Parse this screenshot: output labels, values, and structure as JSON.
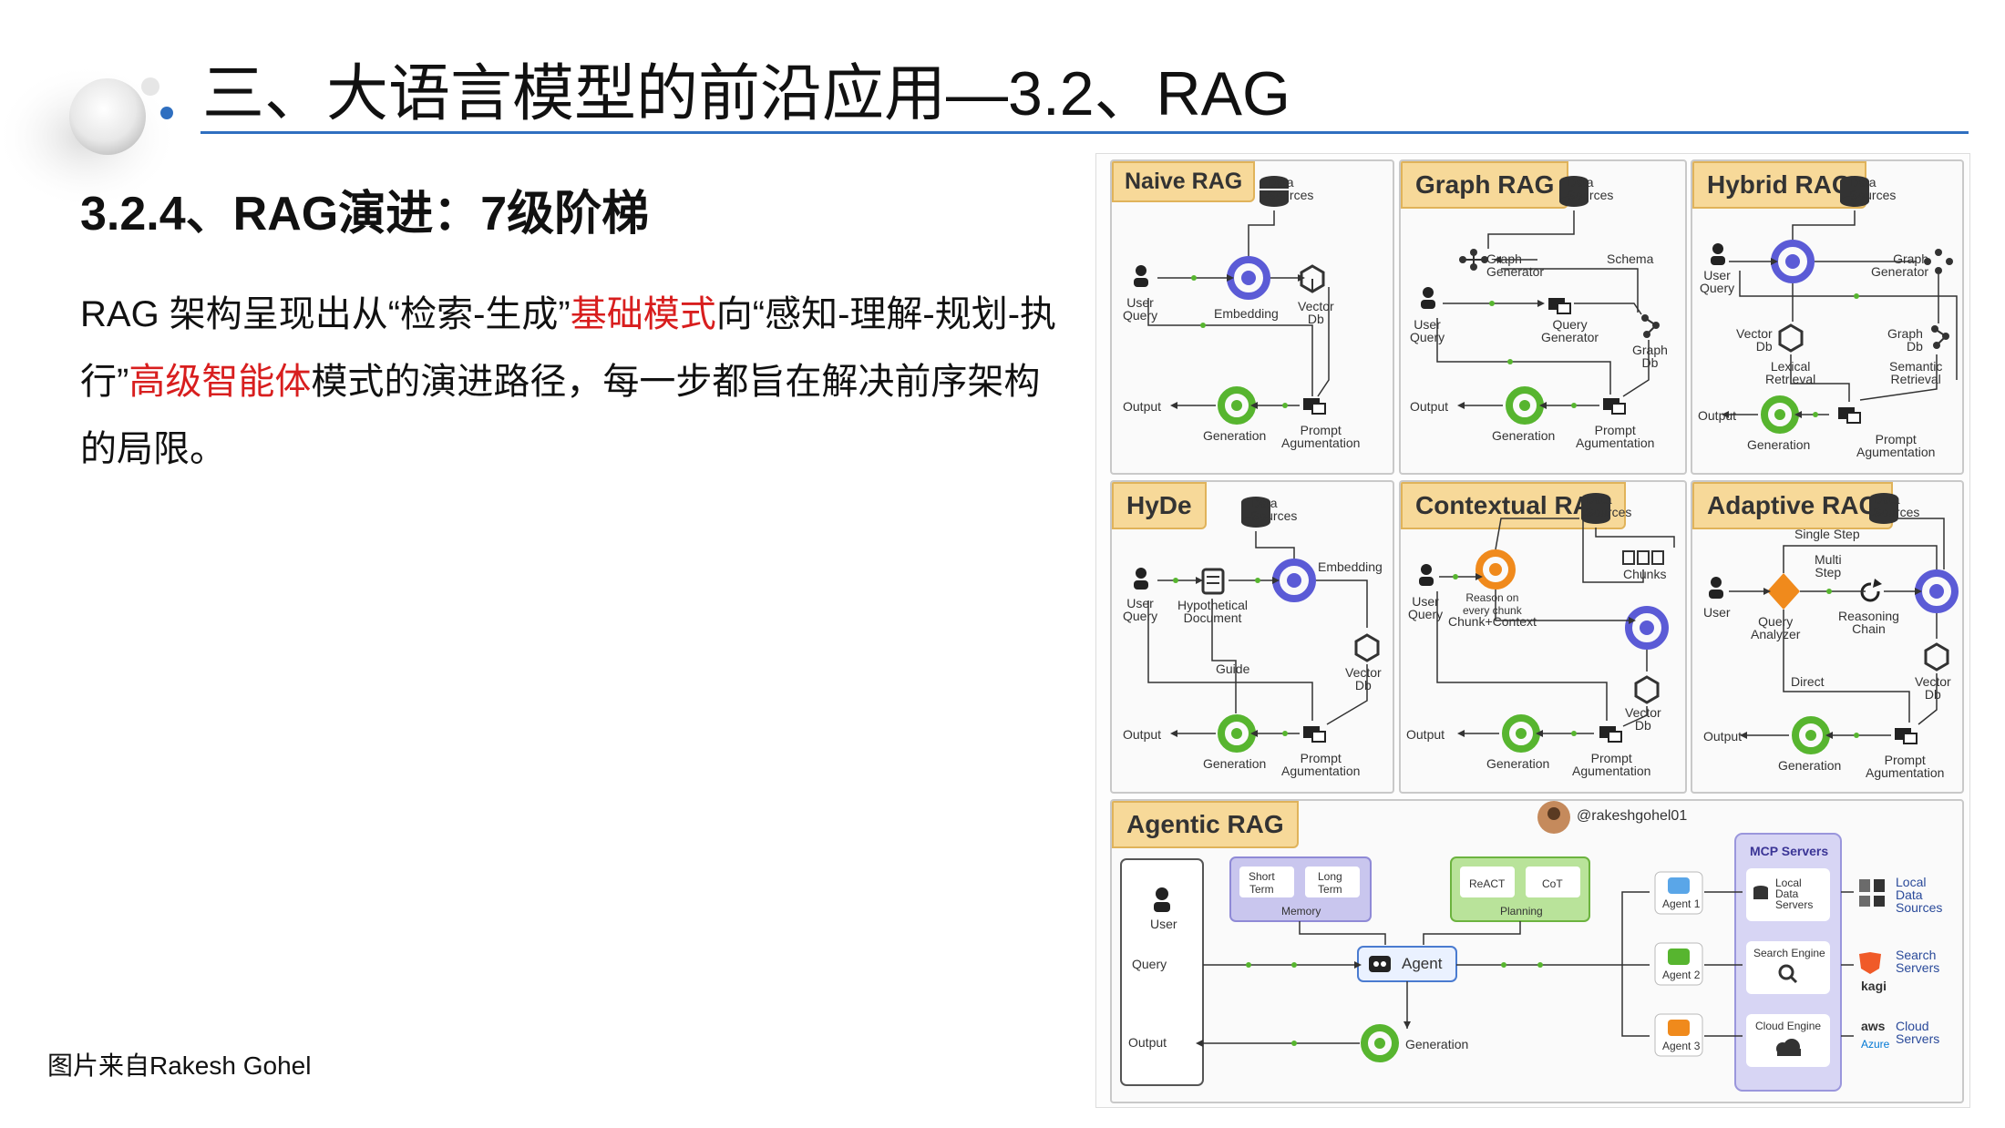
{
  "slide": {
    "title": "三、大语言模型的前沿应用—3.2、RAG",
    "subtitle": "3.2.4、RAG演进：7级阶梯",
    "body": {
      "p1": "RAG 架构呈现出从“检索-生成”",
      "p2": "基础模式",
      "p3": "向“感知-理解-规划-执行”",
      "p4": "高级智能体",
      "p5": "模式的演进路径，每一步都旨在解决前序架构的局限。"
    },
    "caption": "图片来自Rakesh Gohel",
    "accent_color": "#2f6fc0",
    "highlight_color": "#d81e1e"
  },
  "figure": {
    "common": {
      "data_sources": "Data\nSources",
      "user_query": "User\nQuery",
      "user": "User",
      "output": "Output",
      "generation": "Generation",
      "prompt_aug": "Prompt\nAgumentation",
      "embedding": "Embedding",
      "vector_db": "Vector\nDb"
    },
    "naive": {
      "title": "Naive RAG"
    },
    "graph": {
      "title": "Graph RAG",
      "graph_generator": "Graph\nGenerator",
      "schema": "Schema",
      "query_generator": "Query\nGenerator",
      "graph_db": "Graph\nDb"
    },
    "hybrid": {
      "title": "Hybrid RAG",
      "graph_generator": "Graph\nGenerator",
      "graph_db": "Graph\nDb",
      "lexical": "Lexical\nRetrieval",
      "semantic": "Semantic\nRetrieval"
    },
    "hyde": {
      "title": "HyDe",
      "hypo_doc": "Hypothetical\nDocument",
      "guide": "Guide"
    },
    "contextual": {
      "title": "Contextual RAG",
      "reason": "Reason on\nevery chunk",
      "chunks": "Chunks",
      "chunk_context": "Chunk+Context"
    },
    "adaptive": {
      "title": "Adaptive RAG",
      "single_step": "Single Step",
      "multi_step": "Multi\nStep",
      "query_analyzer": "Query\nAnalyzer",
      "reasoning_chain": "Reasoning\nChain",
      "direct": "Direct"
    },
    "agentic": {
      "title": "Agentic RAG",
      "handle": "@rakeshgohel01",
      "user": "User",
      "query": "Query",
      "output": "Output",
      "short_term": "Short\nTerm",
      "long_term": "Long\nTerm",
      "memory": "Memory",
      "react": "ReACT",
      "cot": "CoT",
      "planning": "Planning",
      "agent": "Agent",
      "generation": "Generation",
      "agent1": "Agent 1",
      "agent2": "Agent 2",
      "agent3": "Agent 3",
      "mcp": "MCP Servers",
      "local_servers": "Local\nData\nServers",
      "search_engine": "Search Engine",
      "cloud_engine": "Cloud Engine",
      "local_sources": "Local\nData\nSources",
      "search_servers": "Search\nServers",
      "cloud_servers": "Cloud\nServers",
      "kagi": "kagi",
      "aws": "aws",
      "azure": "Azure"
    },
    "colors": {
      "title_bg": "#f7d999",
      "embed": "#5b5bd6",
      "gen": "#57b52f",
      "orange": "#f08a1c",
      "memory": "#c9c6ee",
      "planning": "#b9e39a",
      "mcp": "#d7d5f4"
    }
  }
}
